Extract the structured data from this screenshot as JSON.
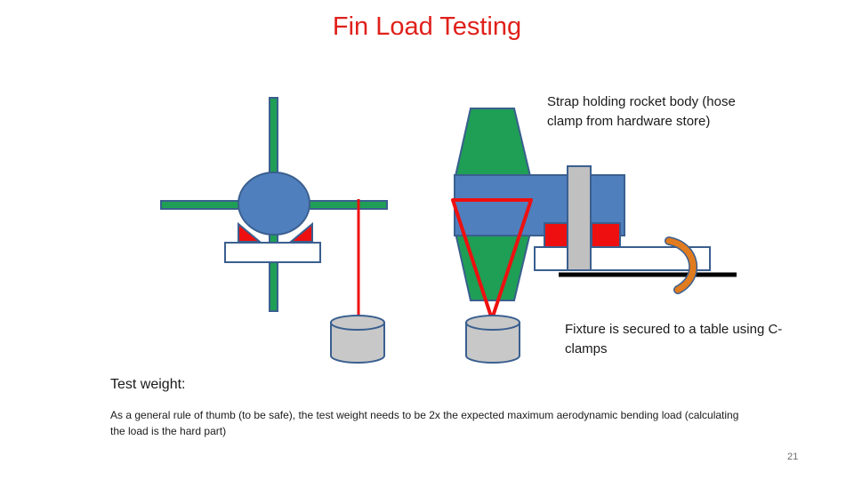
{
  "title": "Fin Load Testing",
  "notes": {
    "strap": "Strap holding rocket body (hose clamp from hardware store)",
    "fixture": "Fixture is secured to a table using C-clamps"
  },
  "test_weight": {
    "label": "Test weight:",
    "description": "As a general rule of thumb (to be safe), the test weight needs to be 2x  the expected maximum aerodynamic bending load (calculating the load is the hard part)"
  },
  "page_number": "21",
  "colors": {
    "title": "#e0201b",
    "fin_green": "#1f9e55",
    "body_blue": "#4f7fbd",
    "outline_blue": "#3a5f8f",
    "pad_red": "#ee1010",
    "weight_gray": "#c8c8c8",
    "strap_gray": "#c0c0c0",
    "clamp_orange": "#e07b1f"
  }
}
